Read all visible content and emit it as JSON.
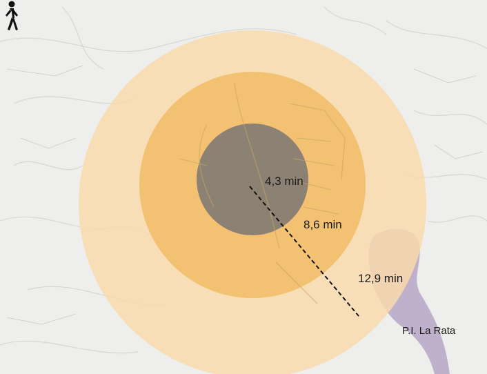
{
  "map": {
    "rings": [
      {
        "label": "4,3 min",
        "color": "#7d7873"
      },
      {
        "label": "8,6 min",
        "color": "#f0b95e"
      },
      {
        "label": "12,9 min",
        "color": "#fadbaa"
      }
    ],
    "place_label": "P.I. La Rata",
    "pond_color": "#b6a4c6",
    "pedestrian_icon": "walking-person-icon"
  }
}
